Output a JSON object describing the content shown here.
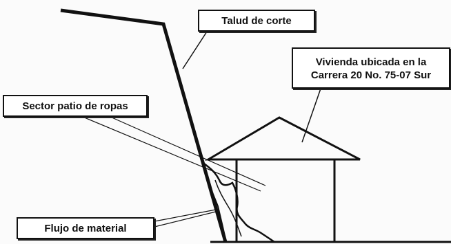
{
  "labels": {
    "talud": "Talud de corte",
    "vivienda_line1": "Vivienda ubicada en la",
    "vivienda_line2": "Carrera 20 No. 75-07 Sur",
    "sector": "Sector patio de ropas",
    "flujo": "Flujo de material"
  },
  "colors": {
    "line": "#111111",
    "background": "#fbfbfb",
    "box_fill": "#ffffff"
  }
}
